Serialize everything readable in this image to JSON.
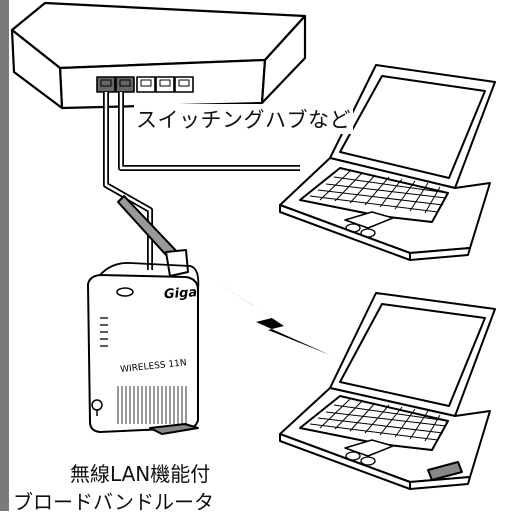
{
  "labels": {
    "switch_hub": "スイッチングハブなど",
    "router_line1": "無線LAN機能付",
    "router_line2": "ブロードバンドルータ"
  },
  "router_markings": {
    "brand": "Giga",
    "model": "WIRELESS 11N"
  },
  "icons": [
    "switching-hub-icon",
    "wireless-router-icon",
    "laptop-icon",
    "lightning-icon",
    "cable-icon"
  ],
  "colors": {
    "left_wall": "#7a7a7a",
    "line": "#000000",
    "cable_fill": "#ffffff",
    "fill": "#ffffff"
  }
}
